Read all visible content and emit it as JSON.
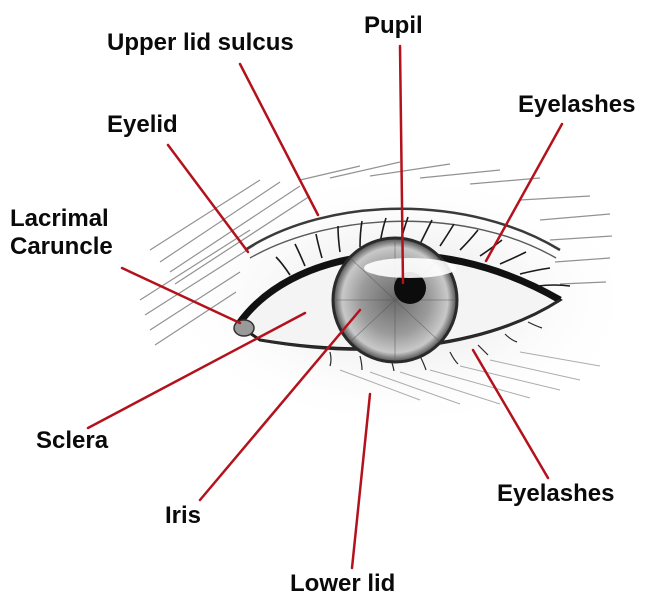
{
  "labels": {
    "upper_lid_sulcus": "Upper lid sulcus",
    "pupil": "Pupil",
    "eyelid": "Eyelid",
    "eyelashes_top": "Eyelashes",
    "lacrimal_caruncle_line1": "Lacrimal",
    "lacrimal_caruncle_line2": "Caruncle",
    "sclera": "Sclera",
    "iris": "Iris",
    "eyelashes_bottom": "Eyelashes",
    "lower_lid": "Lower lid"
  },
  "colors": {
    "leader_line": "#b3121c",
    "label_text": "#0a0a0a",
    "sketch": "#2b2b2b"
  }
}
